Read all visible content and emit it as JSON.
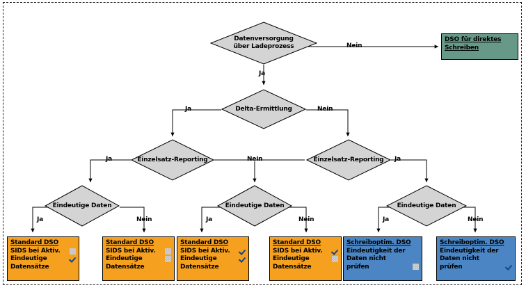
{
  "diagram": {
    "title_present": false,
    "colors": {
      "decision_fill": "#d4d4d4",
      "terminal_green": "#669988",
      "terminal_orange": "#f5a01e",
      "terminal_blue": "#4b85c4",
      "check_blue": "#12468f",
      "line": "#000000",
      "frame": "#222222"
    },
    "nodes": {
      "start_decision": {
        "label": "Datenversorgung\nüber Ladeprozess",
        "type": "decision"
      },
      "direct_write": {
        "title": "DSO für direktes\nSchreiben",
        "type": "terminal-green"
      },
      "delta": {
        "label": "Delta-Ermittlung",
        "type": "decision"
      },
      "single_record_left": {
        "label": "Einzelsatz-Reporting",
        "type": "decision"
      },
      "single_record_right": {
        "label": "Einzelsatz-Reporting",
        "type": "decision"
      },
      "unique_left": {
        "label": "Eindeutige Daten",
        "type": "decision"
      },
      "unique_middle": {
        "label": "Eindeutige Daten",
        "type": "decision"
      },
      "unique_right": {
        "label": "Eindeutige Daten",
        "type": "decision"
      }
    },
    "results": [
      {
        "id": "result-1",
        "style": "orange",
        "title": "Standard DSO",
        "options": [
          {
            "label": "SIDS bei Aktiv.",
            "checked": false
          },
          {
            "label": "Eindeutige\nDatensätze",
            "checked": true
          }
        ]
      },
      {
        "id": "result-2",
        "style": "orange",
        "title": "Standard DSO",
        "options": [
          {
            "label": "SIDS bei Aktiv.",
            "checked": false
          },
          {
            "label": "Eindeutige\nDatensätze",
            "checked": false
          }
        ]
      },
      {
        "id": "result-3",
        "style": "orange",
        "title": "Standard DSO",
        "options": [
          {
            "label": "SIDS bei Aktiv.",
            "checked": true
          },
          {
            "label": "Eindeutige\nDatensätze",
            "checked": true
          }
        ]
      },
      {
        "id": "result-4",
        "style": "orange",
        "title": "Standard DSO",
        "options": [
          {
            "label": "SIDS bei Aktiv.",
            "checked": true
          },
          {
            "label": "Eindeutige\nDatensätze",
            "checked": false
          }
        ]
      },
      {
        "id": "result-5",
        "style": "blue",
        "title": "Schreiboptim. DSO",
        "options": [
          {
            "label": "Eindeutigkeit der\nDaten nicht prüfen",
            "checked": false
          }
        ]
      },
      {
        "id": "result-6",
        "style": "blue",
        "title": "Schreiboptim. DSO",
        "options": [
          {
            "label": "Eindeutigkeit der\nDaten nicht prüfen",
            "checked": true
          }
        ]
      }
    ],
    "edge_labels": {
      "start_no": "Nein",
      "start_yes": "Ja",
      "delta_yes": "Ja",
      "delta_no": "Nein",
      "sr_left_yes": "Ja",
      "sr_middle_no": "Nein",
      "sr_right_yes": "Ja",
      "unique_left_yes": "Ja",
      "unique_left_no": "Nein",
      "unique_mid_yes": "Ja",
      "unique_mid_no": "Nein",
      "unique_right_yes": "Ja",
      "unique_right_no": "Nein"
    }
  }
}
